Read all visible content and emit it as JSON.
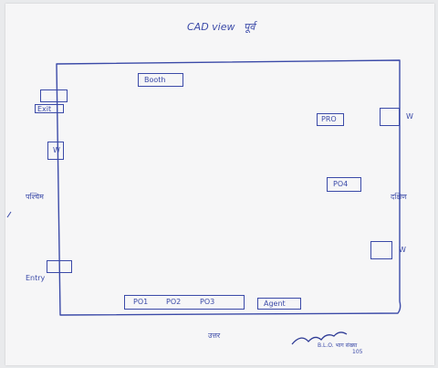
{
  "title": "CAD view",
  "title_suffix": "पूर्व",
  "sides": {
    "left": "पश्चिम",
    "right": "दक्षिण",
    "bottom": "उत्तर"
  },
  "rooms": {
    "booth": "Booth",
    "exit": "Exit",
    "entry": "Entry",
    "pro": "PRO",
    "po4": "PO4",
    "po1": "PO1",
    "po2": "PO2",
    "po3": "PO3",
    "agent": "Agent"
  },
  "windows": {
    "w_left": "W",
    "w_right_top": "W",
    "w_right_bottom": "W"
  },
  "signature": {
    "line1": "B.L.O.",
    "line2": "भाग संख्या",
    "line3": "105"
  }
}
